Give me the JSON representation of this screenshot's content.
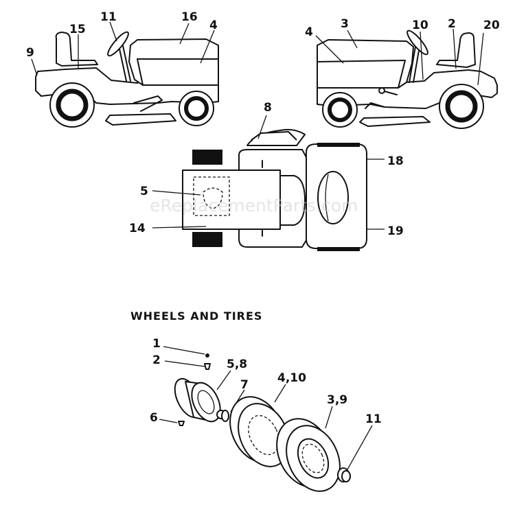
{
  "watermark": "eReplacementParts.com",
  "section_heading": "WHEELS AND TIRES",
  "callouts": {
    "left_mower": [
      "9",
      "15",
      "11",
      "16",
      "4"
    ],
    "right_mower": [
      "4",
      "3",
      "10",
      "2",
      "20"
    ],
    "top_view": [
      "8",
      "18",
      "5",
      "14",
      "19"
    ],
    "wheels": [
      "1",
      "2",
      "5,8",
      "7",
      "4,10",
      "3,9",
      "6",
      "11"
    ]
  },
  "colors": {
    "line": "#111111",
    "background": "#ffffff",
    "watermark": "#cfcfcf"
  }
}
